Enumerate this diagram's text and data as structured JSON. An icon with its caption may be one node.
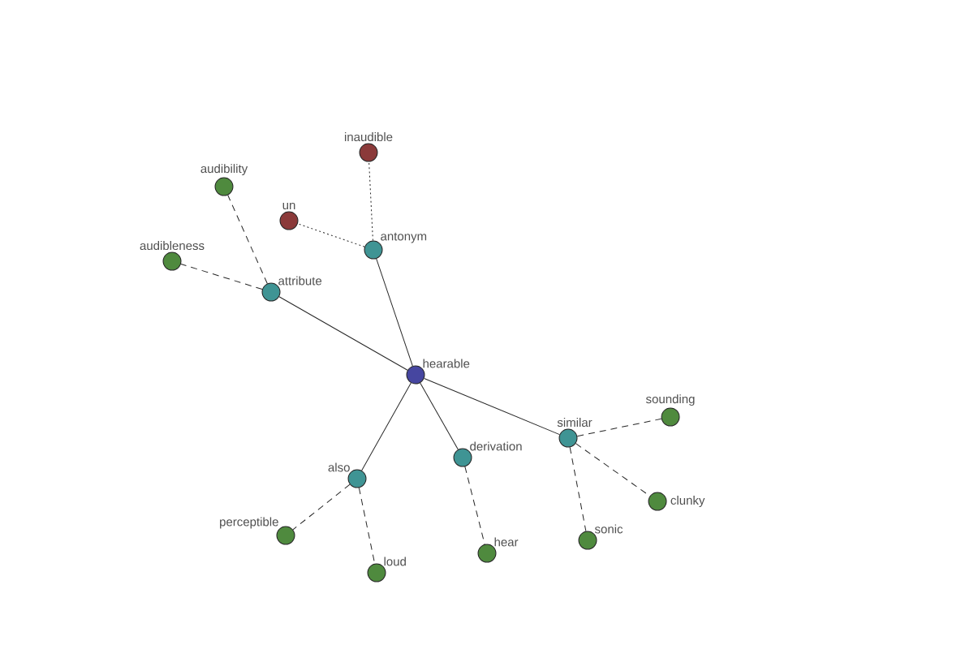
{
  "diagram": {
    "nodes": [
      {
        "text": [
          "inaudible"
        ]
      },
      {
        "text": [
          "audibility"
        ]
      },
      {
        "text": [
          "un"
        ]
      },
      {
        "text": [
          "antonym"
        ]
      },
      {
        "text": [
          "audibleness"
        ]
      },
      {
        "text": [
          "attribute"
        ]
      },
      {
        "text": [
          "hearable"
        ]
      },
      {
        "text": [
          "sounding"
        ]
      },
      {
        "text": [
          "similar"
        ]
      },
      {
        "text": [
          "derivation"
        ]
      },
      {
        "text": [
          "also"
        ]
      },
      {
        "text": [
          "clunky"
        ]
      },
      {
        "text": [
          "perceptible"
        ]
      },
      {
        "text": [
          "sonic"
        ]
      },
      {
        "text": [
          "hear"
        ]
      },
      {
        "text": [
          "loud"
        ]
      }
    ],
    "edges": [
      {
        "from": 6,
        "to": 3,
        "arrow": "none"
      },
      {
        "from": 3,
        "to": 0,
        "arrow": "none",
        "style": "dashed"
      },
      {
        "from": 3,
        "to": 2,
        "arrow": "none",
        "style": "dashed"
      },
      {
        "from": 6,
        "to": 5,
        "arrow": "none"
      },
      {
        "from": 5,
        "to": 1,
        "arrow": "none",
        "style": "dashed"
      },
      {
        "from": 5,
        "to": 4,
        "arrow": "none",
        "style": "dashed"
      },
      {
        "from": 6,
        "to": 8,
        "arrow": "none"
      },
      {
        "from": 8,
        "to": 7,
        "arrow": "none",
        "style": "dashed"
      },
      {
        "from": 8,
        "to": 11,
        "arrow": "none",
        "style": "dashed"
      },
      {
        "from": 8,
        "to": 13,
        "arrow": "none",
        "style": "dashed"
      },
      {
        "from": 6,
        "to": 10,
        "arrow": "none"
      },
      {
        "from": 10,
        "to": 12,
        "arrow": "none",
        "style": "dashed"
      },
      {
        "from": 10,
        "to": 15,
        "arrow": "none",
        "style": "dashed"
      },
      {
        "from": 6,
        "to": 9,
        "arrow": "none"
      },
      {
        "from": 9,
        "to": 14,
        "arrow": "none",
        "style": "dashed"
      }
    ]
  }
}
